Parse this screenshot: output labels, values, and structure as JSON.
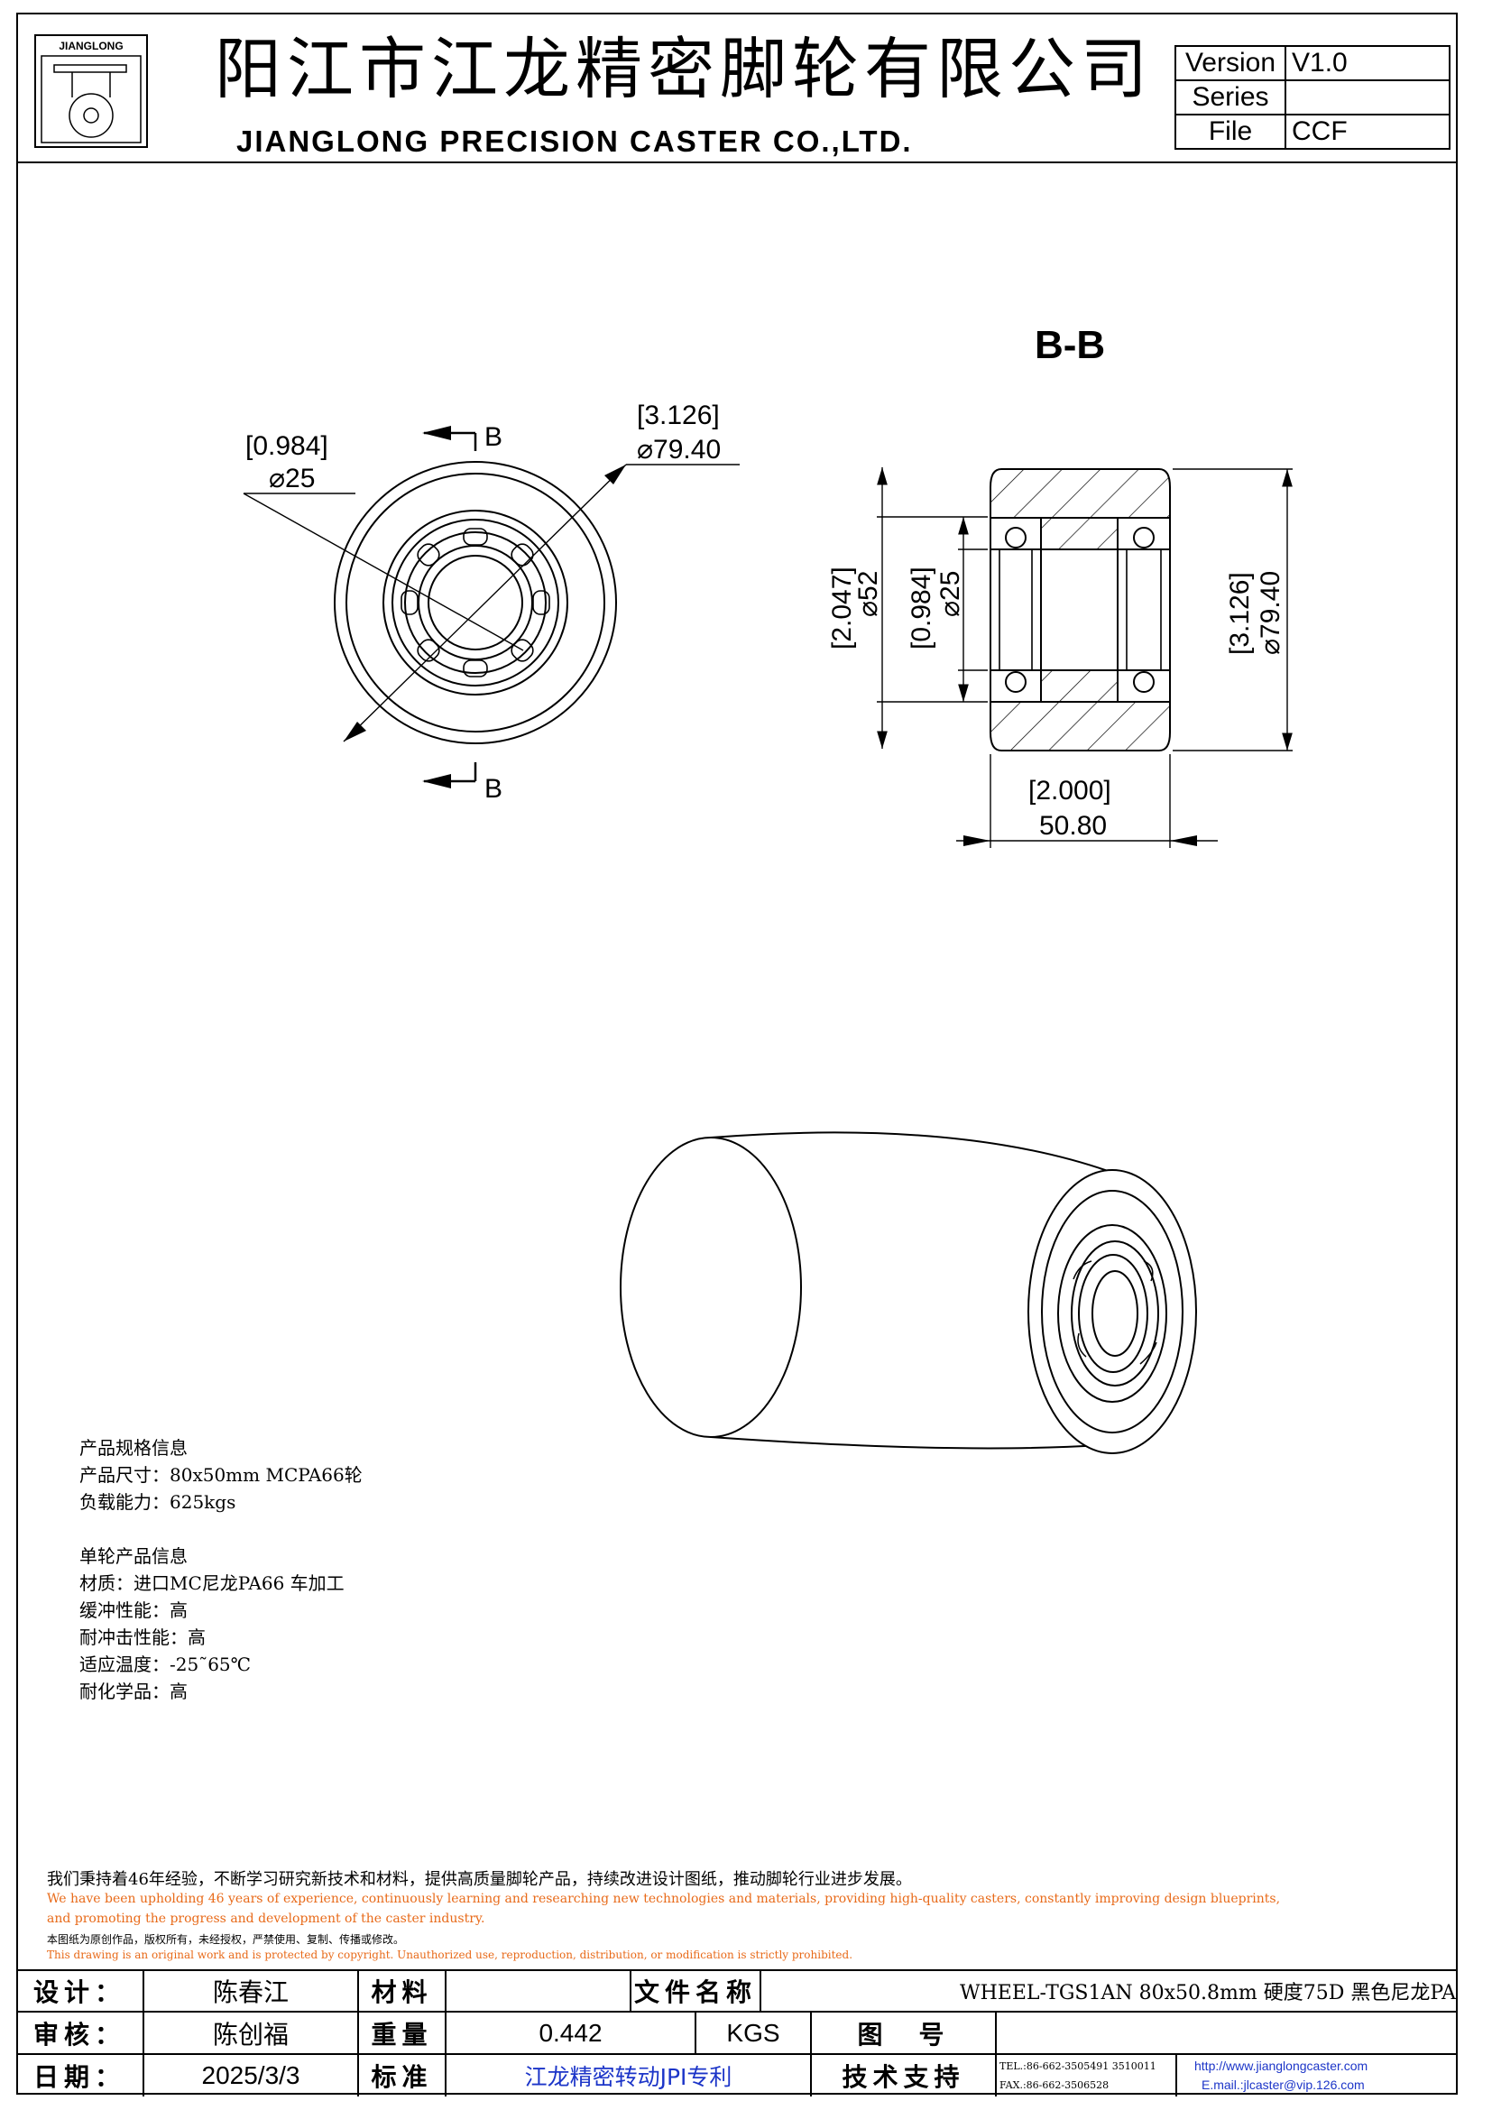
{
  "header": {
    "logo_text": "JIANGLONG",
    "company_cn": "阳江市江龙精密脚轮有限公司",
    "company_en": "JIANGLONG PRECISION CASTER CO.,LTD.",
    "version_label": "Version",
    "version_value": "V1.0",
    "series_label": "Series",
    "series_value": "",
    "file_label": "File",
    "file_value": "CCF"
  },
  "drawing": {
    "section_title": "B-B",
    "section_marker": "B",
    "front": {
      "bore_in": "[0.984]",
      "bore_mm": "⌀25",
      "outer_in": "[3.126]",
      "outer_mm": "⌀79.40"
    },
    "section": {
      "hub_in": "[2.047]",
      "hub_mm": "⌀52",
      "bore_in": "[0.984]",
      "bore_mm": "⌀25",
      "outer_in": "[3.126]",
      "outer_mm": "⌀79.40",
      "width_in": "[2.000]",
      "width_mm": "50.80"
    }
  },
  "spec": {
    "product_header": "产品规格信息",
    "size": "产品尺寸：80x50mm MCPA66轮",
    "load": "负载能力：625kgs",
    "wheel_header": "单轮产品信息",
    "material": "材质：进口MC尼龙PA66 车加工",
    "cushion": "缓冲性能：高",
    "impact": "耐冲击性能：高",
    "temperature": "适应温度：-25˜65℃",
    "chemical": "耐化学品：高"
  },
  "notice": {
    "cn": "我们秉持着46年经验，不断学习研究新技术和材料，提供高质量脚轮产品，持续改进设计图纸，推动脚轮行业进步发展。",
    "en1": "We have been upholding 46 years of experience, continuously learning and researching new technologies and materials, providing high-quality casters, constantly improving design blueprints,",
    "en2": "and promoting the progress and development of the caster industry.",
    "copyright_cn": "本图纸为原创作品，版权所有，未经授权，严禁使用、复制、传播或修改。",
    "copyright_en": "This drawing is an original work and is protected by copyright. Unauthorized use, reproduction, distribution, or modification is strictly prohibited."
  },
  "title_block": {
    "design_label": "设计：",
    "designer": "陈春江",
    "material_label": "材料",
    "material_value": "",
    "filename_label": "文件名称",
    "filename_value": "WHEEL-TGS1AN 80x50.8mm 硬度75D 黑色尼龙PA",
    "review_label": "审核：",
    "reviewer": "陈创福",
    "weight_label": "重量",
    "weight_value": "0.442",
    "weight_unit": "KGS",
    "drawing_no_label": "图　号",
    "drawing_no_value": "",
    "date_label": "日期：",
    "date_value": "2025/3/3",
    "standard_label": "标准",
    "standard_value": "江龙精密转动JPI专利",
    "support_label": "技术支持",
    "tel": "TEL.:86-662-3505491 3510011",
    "fax": "FAX.:86-662-3506528",
    "website": "http://www.jianglongcaster.com",
    "email": "E.mail.:jlcaster@vip.126.com"
  }
}
